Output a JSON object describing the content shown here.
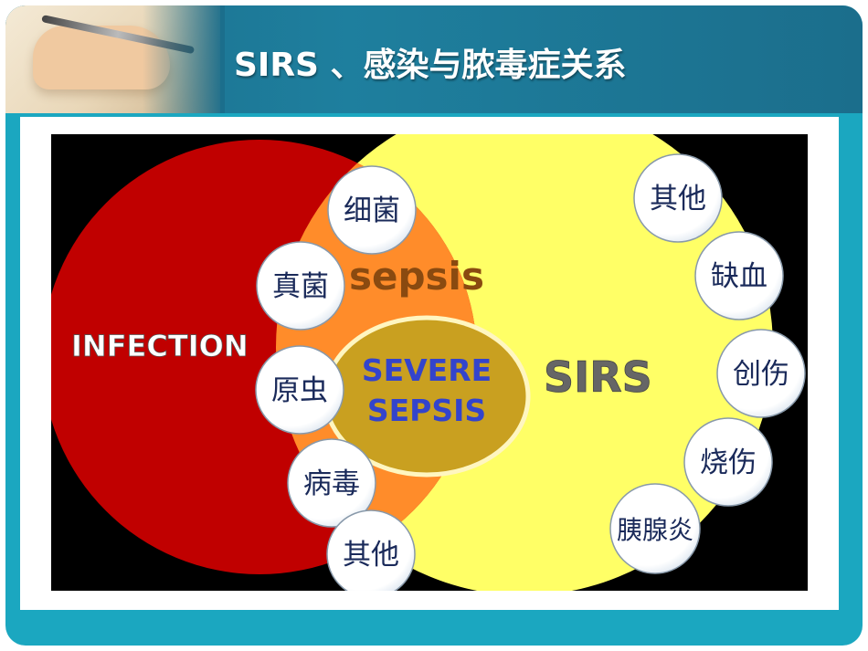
{
  "slide": {
    "title": "SIRS 、感染与脓毒症关系"
  },
  "diagram": {
    "regions": {
      "infection": "INFECTION",
      "sepsis": "sepsis",
      "severe_line1": "SEVERE",
      "severe_line2": "SEPSIS",
      "sirs": "SIRS"
    },
    "infection_causes": [
      "细菌",
      "真菌",
      "原虫",
      "病毒",
      "其他"
    ],
    "sirs_causes": [
      "其他",
      "缺血",
      "创伤",
      "烧伤",
      "胰腺炎"
    ],
    "colors": {
      "infection": "#c00000",
      "sirs": "#ffff66",
      "sepsis": "#ff8c2a",
      "severe_sepsis": "#c9a020",
      "severe_text": "#3344cc",
      "sepsis_text": "#8a4a10",
      "sirs_text": "#666666"
    }
  }
}
